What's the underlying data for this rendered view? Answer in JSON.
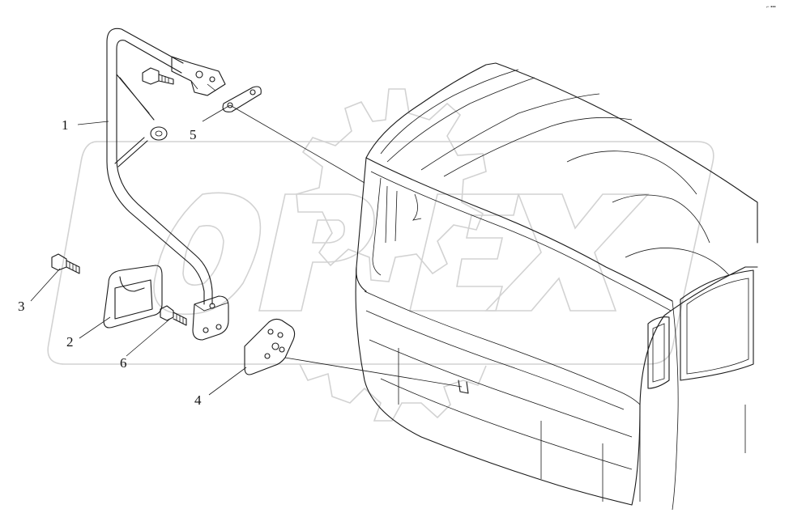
{
  "diagram": {
    "callouts": [
      {
        "id": "1",
        "label": "1"
      },
      {
        "id": "2",
        "label": "2"
      },
      {
        "id": "3",
        "label": "3"
      },
      {
        "id": "4",
        "label": "4"
      },
      {
        "id": "5",
        "label": "5"
      },
      {
        "id": "6",
        "label": "6"
      }
    ],
    "watermark": {
      "text": "OPEX"
    },
    "corner_mark": "⌐ ▪▪▪"
  }
}
